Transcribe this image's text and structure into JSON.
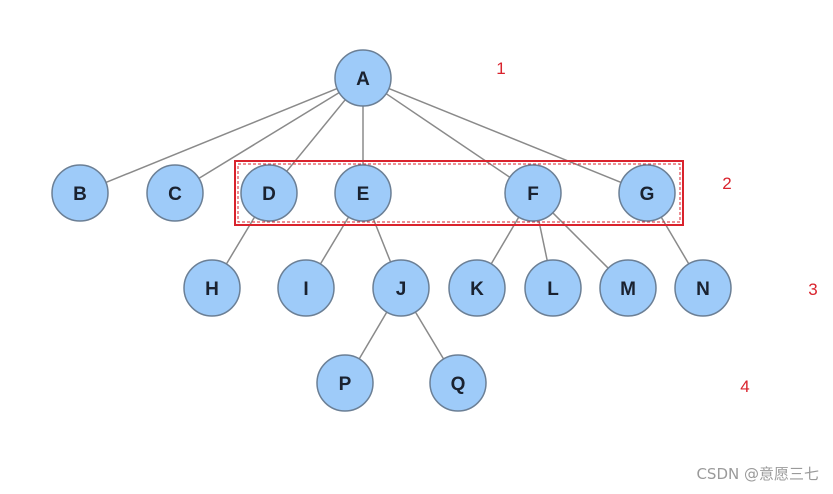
{
  "nodes": [
    {
      "id": "A",
      "label": "A"
    },
    {
      "id": "B",
      "label": "B"
    },
    {
      "id": "C",
      "label": "C"
    },
    {
      "id": "D",
      "label": "D"
    },
    {
      "id": "E",
      "label": "E"
    },
    {
      "id": "F",
      "label": "F"
    },
    {
      "id": "G",
      "label": "G"
    },
    {
      "id": "H",
      "label": "H"
    },
    {
      "id": "I",
      "label": "I"
    },
    {
      "id": "J",
      "label": "J"
    },
    {
      "id": "K",
      "label": "K"
    },
    {
      "id": "L",
      "label": "L"
    },
    {
      "id": "M",
      "label": "M"
    },
    {
      "id": "N",
      "label": "N"
    },
    {
      "id": "P",
      "label": "P"
    },
    {
      "id": "Q",
      "label": "Q"
    }
  ],
  "edges": [
    [
      "A",
      "B"
    ],
    [
      "A",
      "C"
    ],
    [
      "A",
      "D"
    ],
    [
      "A",
      "E"
    ],
    [
      "A",
      "F"
    ],
    [
      "A",
      "G"
    ],
    [
      "D",
      "H"
    ],
    [
      "E",
      "I"
    ],
    [
      "E",
      "J"
    ],
    [
      "F",
      "K"
    ],
    [
      "F",
      "L"
    ],
    [
      "F",
      "M"
    ],
    [
      "G",
      "N"
    ],
    [
      "J",
      "P"
    ],
    [
      "J",
      "Q"
    ]
  ],
  "level_labels": [
    "1",
    "2",
    "3",
    "4"
  ],
  "highlight_box": {
    "nodes": [
      "D",
      "E",
      "F",
      "G"
    ],
    "color": "#d9232d"
  },
  "colors": {
    "node_fill": "#9ecbf9",
    "node_stroke": "#6b7f95",
    "edge": "#8a8a8a",
    "level_label": "#d9232d"
  },
  "watermark": "CSDN @意愿三七"
}
